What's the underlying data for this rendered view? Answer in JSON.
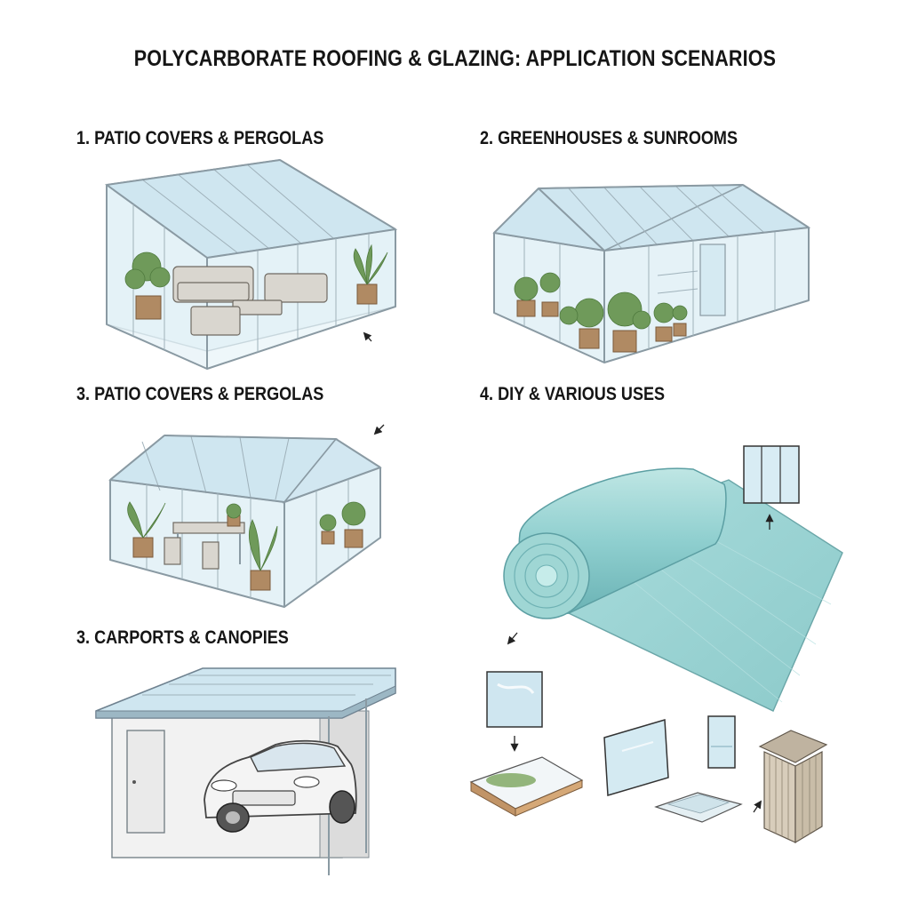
{
  "title": "POLYCARBORATE ROOFING & GLAZING: APPLICATION SCENARIOS",
  "sections": [
    {
      "heading": "1. PATIO COVERS & PERGOLAS"
    },
    {
      "heading": "2. GREENHOUSES & SUNROOMS"
    },
    {
      "heading": "3. PATIO COVERS & PERGOLAS"
    },
    {
      "heading": "4. DIY & VARIOUS USES"
    },
    {
      "heading": "3. CARPORTS & CANOPIES"
    }
  ],
  "colors": {
    "glass": "#cfe6f0",
    "sheet": "#8fcfcf",
    "frame": "#8a9aa3",
    "foliage": "#6f9a5a"
  }
}
